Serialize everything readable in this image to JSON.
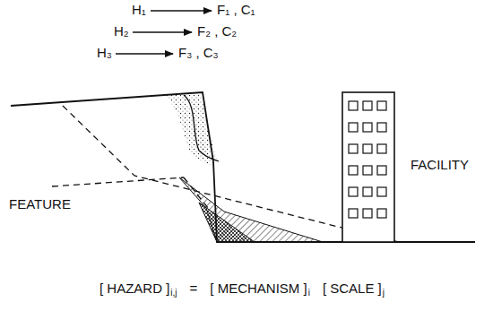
{
  "diagram": {
    "labels": [
      "H₁",
      "F₁ , C₁",
      "H₂",
      "F₂ , C₂",
      "H₃",
      "F₃ , C₃",
      "FEATURE",
      "FACILITY",
      "[ HAZARD ]",
      "i,j",
      "=",
      "[ MECHANISM ]",
      "i",
      "[ SCALE ]",
      "j"
    ]
  }
}
